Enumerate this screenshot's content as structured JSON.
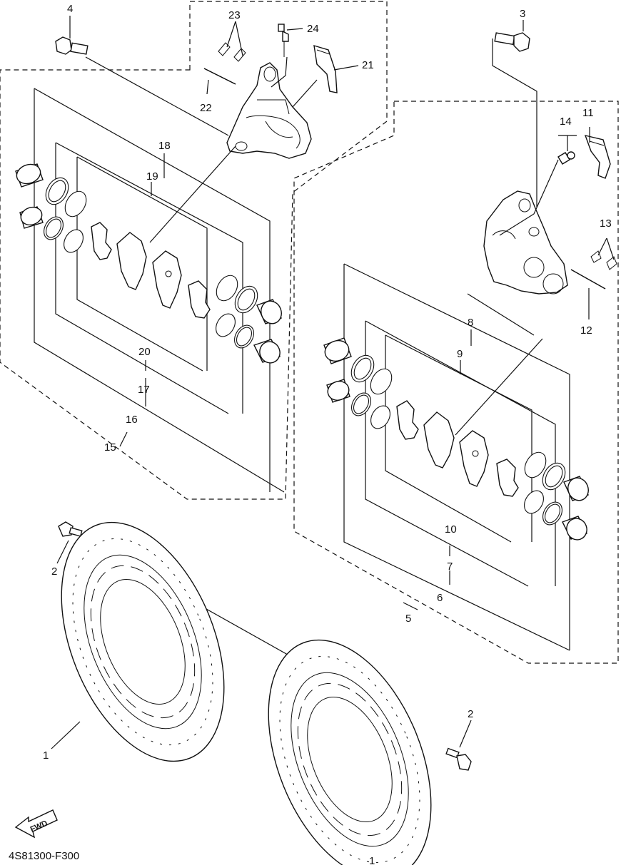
{
  "diagram_code": "4S81300-F300",
  "fwd_label": "FWD",
  "callouts": {
    "c1a": "1",
    "c1b": "1",
    "c2a": "2",
    "c2b": "2",
    "c3": "3",
    "c4": "4",
    "c5": "5",
    "c6": "6",
    "c7": "7",
    "c8": "8",
    "c9": "9",
    "c10": "10",
    "c11": "11",
    "c12": "12",
    "c13": "13",
    "c14": "14",
    "c15": "15",
    "c16": "16",
    "c17": "17",
    "c18": "18",
    "c19": "19",
    "c20": "20",
    "c21": "21",
    "c22": "22",
    "c23": "23",
    "c24": "24"
  }
}
